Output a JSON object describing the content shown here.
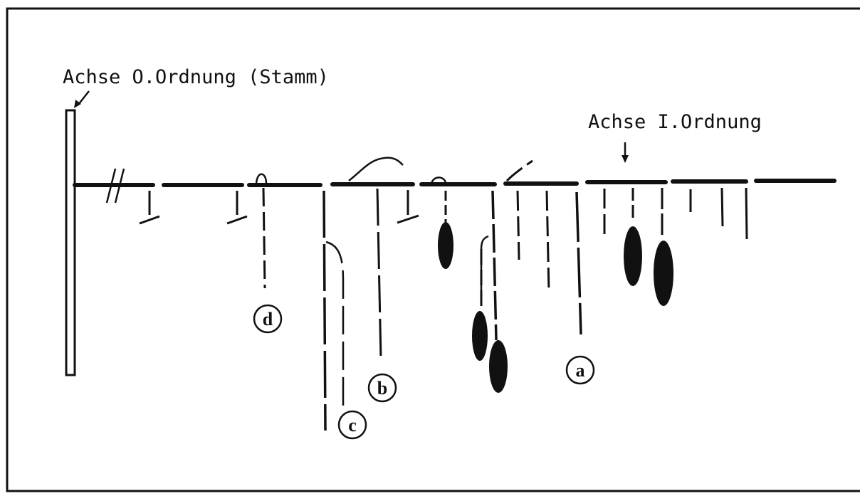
{
  "labels": {
    "trunk": "Achse O.Ordnung (Stamm)",
    "first_order_axis": "Achse I.Ordnung"
  },
  "markers": [
    "a",
    "b",
    "c",
    "d"
  ],
  "colors": {
    "ink": "#111111",
    "background": "#ffffff"
  }
}
